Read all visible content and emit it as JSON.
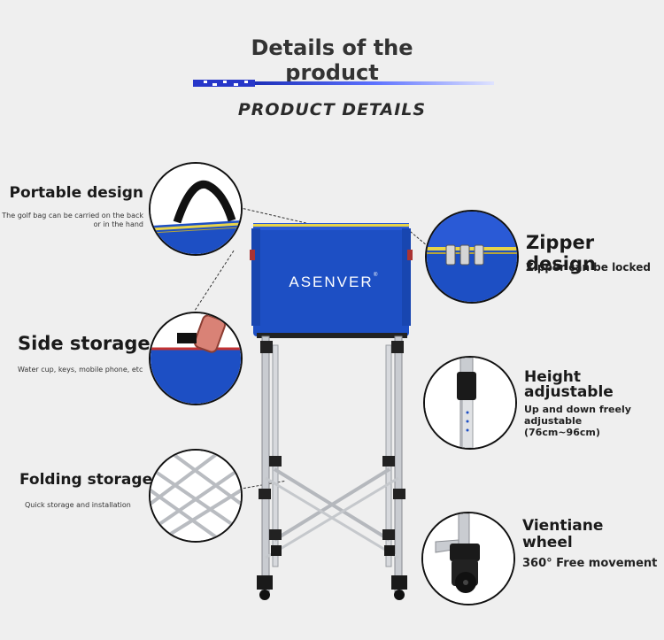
{
  "header": {
    "title_line1": "Details of the",
    "title_line2": "product",
    "subtitle": "PRODUCT DETAILS"
  },
  "product": {
    "brand": "ASENVER",
    "brand_mark": "®"
  },
  "features": {
    "portable": {
      "title": "Portable design",
      "desc_line1": "The golf bag can be carried on the back",
      "desc_line2": "or in the hand"
    },
    "side": {
      "title": "Side storage",
      "desc": "Water cup, keys, mobile phone, etc"
    },
    "folding": {
      "title": "Folding storage",
      "desc": "Quick storage and installation"
    },
    "zipper": {
      "title": "Zipper design",
      "desc": "Zipper can be locked"
    },
    "height": {
      "title_line1": "Height",
      "title_line2": "adjustable",
      "desc_line1": "Up and down freely",
      "desc_line2": "adjustable",
      "desc_line3": "(76cm~96cm)"
    },
    "wheel": {
      "title_line1": "Vientiane",
      "title_line2": "wheel",
      "desc": "360° Free movement"
    }
  },
  "colors": {
    "bag_blue": "#1d4fc4",
    "zipper_yellow": "#e8d44a",
    "frame_silver": "#c9ccd1",
    "background": "#efefef"
  }
}
